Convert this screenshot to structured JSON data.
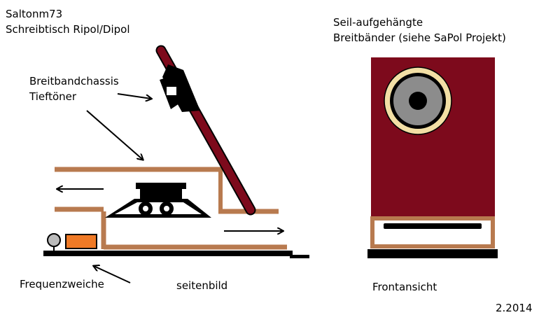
{
  "header": {
    "author": "Saltonm73",
    "title": "Schreibtisch Ripol/Dipol"
  },
  "front_header": {
    "line1": "Seil-aufgehängte",
    "line2": "Breitbänder (siehe SaPol Projekt)"
  },
  "labels": {
    "breitband": "Breitbandchassis",
    "tieftoener": "Tieftöner",
    "frequenzweiche": "Frequenzweiche",
    "side_view": "seitenbild",
    "front_view": "Frontansicht",
    "date": "2.2014"
  },
  "colors": {
    "wood": "#b87a4f",
    "baffle": "#7d0a1c",
    "surround": "#f2dfa5",
    "cone": "#8c8c8c",
    "base": "#000000",
    "crossover": "#f07a26"
  }
}
